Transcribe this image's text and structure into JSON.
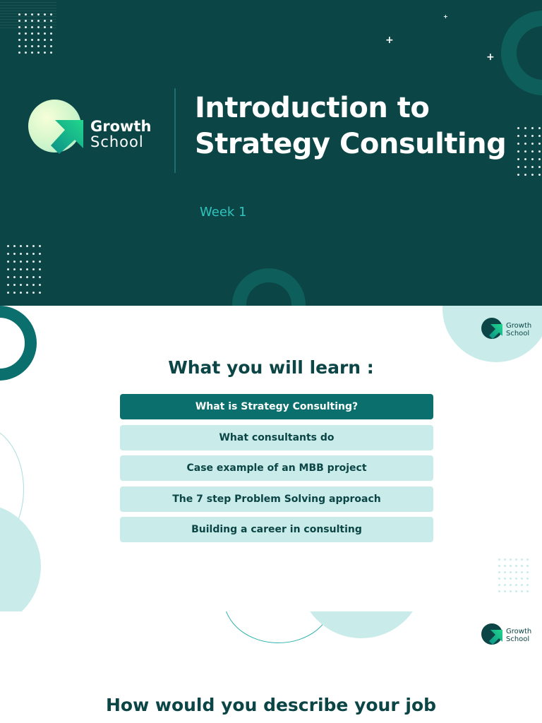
{
  "brand": {
    "name_line1": "Growth",
    "name_line2": "School",
    "colors": {
      "dark_teal": "#0b4545",
      "teal": "#0b6f6d",
      "light_teal": "#c9ecea",
      "accent": "#2fc4bd",
      "arrow_green": "#1ec98a"
    }
  },
  "cover": {
    "title": "Introduction to Strategy Consulting",
    "subtitle": "Week 1"
  },
  "learn": {
    "title": "What you will learn :",
    "items": [
      {
        "label": "What is Strategy Consulting?",
        "active": true
      },
      {
        "label": "What consultants do",
        "active": false
      },
      {
        "label": "Case example of an MBB project",
        "active": false
      },
      {
        "label": "The 7 step Problem Solving approach",
        "active": false
      },
      {
        "label": "Building a career in consulting",
        "active": false
      }
    ]
  },
  "next_slide": {
    "title": "How would you describe your job"
  }
}
